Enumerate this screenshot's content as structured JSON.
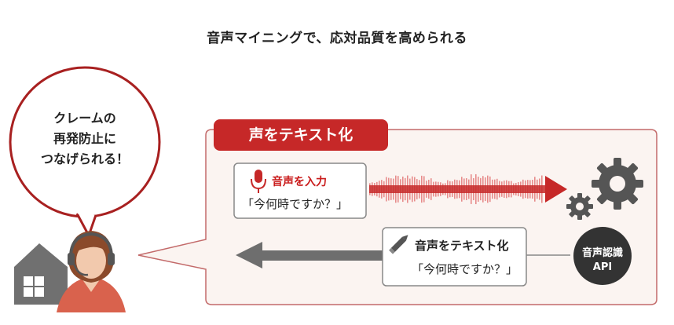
{
  "headline": "音声マイニングで、応対品質を高められる",
  "speech_bubble": {
    "lines": [
      "クレームの",
      "再発防止に",
      "つなげられる！"
    ]
  },
  "section_banner": "声をテキスト化",
  "input_box": {
    "label": "音声を入力",
    "quote": "「今何時ですか？」"
  },
  "output_box": {
    "label": "音声をテキスト化",
    "quote": "「今何時ですか？」"
  },
  "api_badge": {
    "line1": "音声認識",
    "line2": "API"
  },
  "colors": {
    "accent_red": "#c62828",
    "panel_border": "#c36a6a",
    "panel_fill": "#fbf4f1",
    "arrow_gray": "#6e6e6e",
    "gear_gray": "#555555"
  },
  "icons": [
    "microphone-icon",
    "pencil-icon",
    "gear-icon",
    "house-icon",
    "operator-icon",
    "soundwave-icon"
  ]
}
